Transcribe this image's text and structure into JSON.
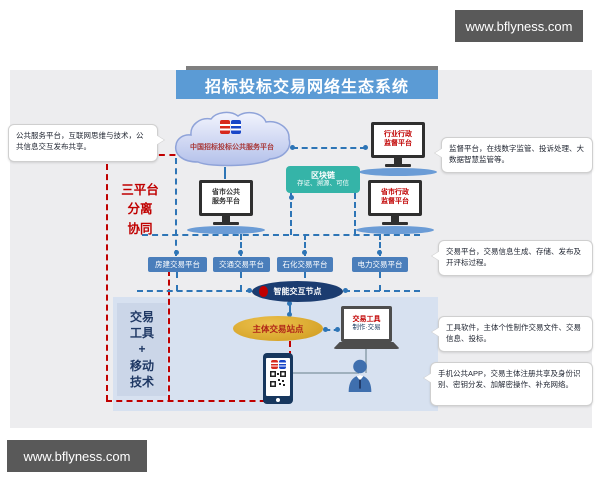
{
  "watermark": {
    "url_text": "www.bflyness.com"
  },
  "header": {
    "title": "招标投标交易网络生态系统"
  },
  "cloud": {
    "label": "中国招标投标公共服务平台",
    "logo": "eb-logo"
  },
  "monitors": {
    "industry": {
      "label": "行业行政\n监督平台"
    },
    "provincial_service": {
      "label": "省市公共\n服务平台"
    },
    "provincial_supervision": {
      "label": "省市行政\n监督平台"
    }
  },
  "blockchain": {
    "title": "区块链",
    "subtitle": "存证、溯源、可信"
  },
  "platforms": [
    "房建交易平台",
    "交通交易平台",
    "石化交易平台",
    "电力交易平台"
  ],
  "nodes": {
    "smart_node": "智能交互节点",
    "subject_site": "主体交易站点"
  },
  "laptop": {
    "line1": "交易工具",
    "line2": "制作·交易"
  },
  "regions": {
    "three_platform": "三平台\n分离\n协同",
    "tools_mobile": "交易\n工具\n+\n移动\n技术"
  },
  "callouts": {
    "public_service": "公共服务平台，互联网思维与技术，公共信息交互发布共享。",
    "supervision": "监督平台，在线数字监管、投诉处理、大数据智慧监管等。",
    "trading": "交易平台，交易信息生成、存储、发布及开评标过程。",
    "tools": "工具软件，主体个性制作交易文件、交易信息、投标。",
    "mobile_app": "手机公共APP，交易主体注册共享及身份识别、密钥分发、加解密操作、补充网络。"
  },
  "icons": {
    "cloud_logo": "eb-logo",
    "phone_logo": "eb-logo",
    "qr": "qr-code",
    "person": "person-silhouette"
  },
  "colors": {
    "title_blue": "#5b9bd5",
    "red_accent": "#c00000",
    "blockchain_teal": "#35b4a8",
    "platform_blue": "#4a7ebb",
    "node_navy": "#1b3c70",
    "site_gold": "#d9a426",
    "line_blue": "#2e75b6",
    "region_blue": "#d7e1f0",
    "watermark_gray": "#595959"
  }
}
